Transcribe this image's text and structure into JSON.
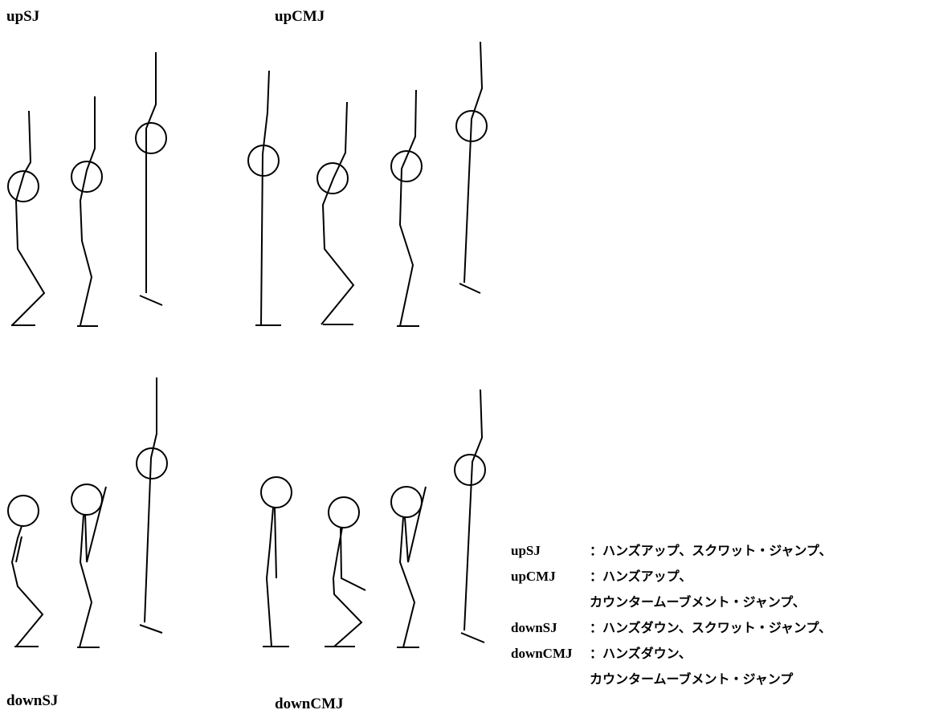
{
  "panels": {
    "top_left": "upSJ",
    "top_right": "upCMJ",
    "bottom_left": "downSJ",
    "bottom_right": "downCMJ"
  },
  "legend": [
    {
      "key": "upSJ",
      "desc": "：ハンズアップ、スクワット・ジャンプ、"
    },
    {
      "key": "upCMJ",
      "desc": "：ハンズアップ、"
    },
    {
      "key": "",
      "desc": "カウンタームーブメント・ジャンプ、"
    },
    {
      "key": "downSJ",
      "desc": "：ハンズダウン、スクワット・ジャンプ、"
    },
    {
      "key": "downCMJ",
      "desc": "：ハンズダウン、"
    },
    {
      "key": "",
      "desc": "カウンタームーブメント・ジャンプ"
    }
  ]
}
